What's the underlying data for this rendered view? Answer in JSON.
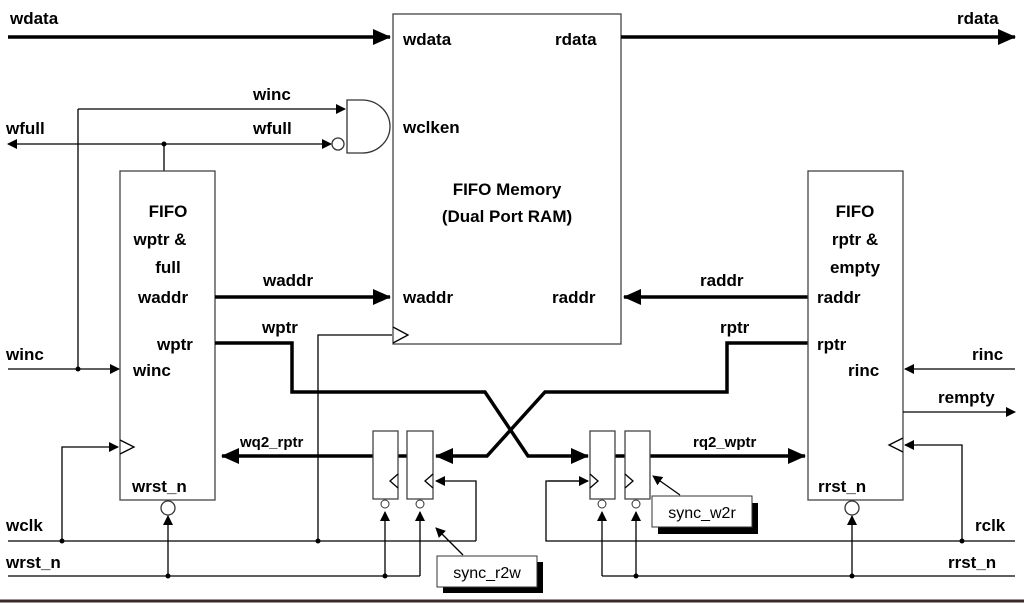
{
  "diagram": {
    "memory": {
      "title": "FIFO Memory",
      "subtitle": "(Dual Port RAM)",
      "port_wdata": "wdata",
      "port_rdata": "rdata",
      "port_wclken": "wclken",
      "port_waddr": "waddr",
      "port_raddr": "raddr"
    },
    "write_block": {
      "line1": "FIFO",
      "line2": "wptr &",
      "line3": "full",
      "port_waddr": "waddr",
      "port_wptr": "wptr",
      "port_winc": "winc",
      "port_wrst_n": "wrst_n"
    },
    "read_block": {
      "line1": "FIFO",
      "line2": "rptr &",
      "line3": "empty",
      "port_raddr": "raddr",
      "port_rptr": "rptr",
      "port_rinc": "rinc",
      "port_rrst_n": "rrst_n"
    },
    "signals": {
      "wdata": "wdata",
      "rdata": "rdata",
      "winc_gate": "winc",
      "wfull_gate": "wfull",
      "wfull_out": "wfull",
      "waddr": "waddr",
      "raddr": "raddr",
      "wptr": "wptr",
      "rptr": "rptr",
      "winc_in": "winc",
      "rinc_in": "rinc",
      "rempty": "rempty",
      "wq2_rptr": "wq2_rptr",
      "rq2_wptr": "rq2_wptr",
      "wclk": "wclk",
      "wrst_n": "wrst_n",
      "rclk": "rclk",
      "rrst_n": "rrst_n"
    },
    "sync_r2w": "sync_r2w",
    "sync_w2r": "sync_w2r"
  }
}
